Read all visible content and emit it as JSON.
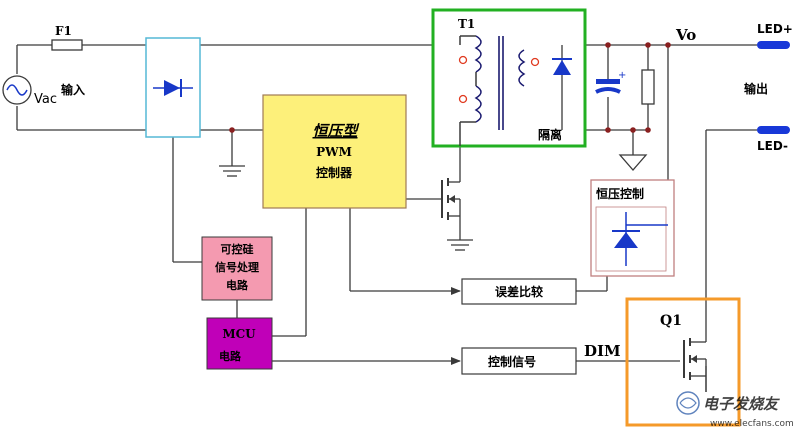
{
  "labels": {
    "fuse": "F1",
    "source": "Vac",
    "input": "输入",
    "transformer": "T1",
    "output_voltage": "Vo",
    "isolation": "隔离",
    "led_plus": "LED+",
    "led_minus": "LED-",
    "output": "输出",
    "pwm_type": "恒压型",
    "pwm_line1": "PWM",
    "pwm_line2": "控制器",
    "cv_control": "恒压控制",
    "scr_line1": "可控硅",
    "scr_line2": "信号处理",
    "scr_line3": "电路",
    "mcu_line1": "MCU",
    "mcu_line2": "电路",
    "error_amp": "误差比较",
    "control_signal": "控制信号",
    "dim": "DIM",
    "switch_q1": "Q1",
    "watermark": "电子发烧友",
    "watermark_url": "www.elecfans.com"
  },
  "colors": {
    "wire": "#3a3a3a",
    "pwm_fill": "#fdf07a",
    "pwm_border": "#a07a55",
    "pwm_type_text": "#e31818",
    "transformer_box": "#22b022",
    "rectifier_box": "#55b8d6",
    "scr_fill": "#f49ab0",
    "mcu_fill": "#c000b8",
    "q1_box": "#f59a2a",
    "cv_box": "#c08080",
    "blue_part": "#1838c8",
    "led_bar": "#1838d8",
    "dim_text": "#9a2020",
    "coil": "#1a1a70",
    "coil_dot": "#e03a20"
  }
}
